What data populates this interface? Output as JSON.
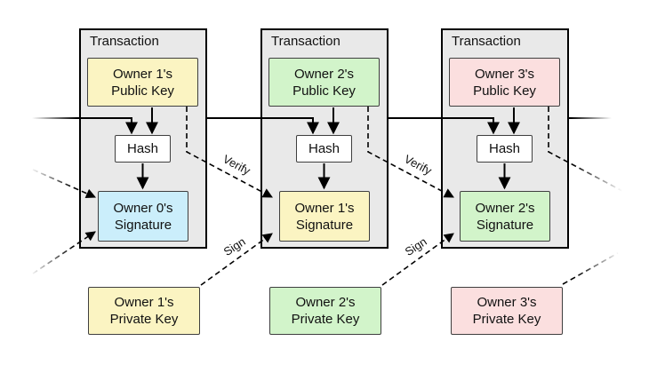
{
  "colors": {
    "canvas": "#ffffff",
    "transaction_fill": "#e9e9e9",
    "transaction_border": "#000000",
    "yellow": "#fbf4c2",
    "green": "#d2f4ca",
    "pink": "#fbdfdf",
    "blue": "#cbeefb",
    "hash_fill": "#ffffff",
    "line": "#000000"
  },
  "transactions": [
    {
      "title": "Transaction",
      "public_key": {
        "line1": "Owner 1's",
        "line2": "Public Key",
        "fill": "#fbf4c2"
      },
      "hash_label": "Hash",
      "signature": {
        "line1": "Owner 0's",
        "line2": "Signature",
        "fill": "#cbeefb"
      }
    },
    {
      "title": "Transaction",
      "public_key": {
        "line1": "Owner 2's",
        "line2": "Public Key",
        "fill": "#d2f4ca"
      },
      "hash_label": "Hash",
      "signature": {
        "line1": "Owner 1's",
        "line2": "Signature",
        "fill": "#fbf4c2"
      }
    },
    {
      "title": "Transaction",
      "public_key": {
        "line1": "Owner 3's",
        "line2": "Public Key",
        "fill": "#fbdfdf"
      },
      "hash_label": "Hash",
      "signature": {
        "line1": "Owner 2's",
        "line2": "Signature",
        "fill": "#d2f4ca"
      }
    }
  ],
  "private_keys": [
    {
      "line1": "Owner 1's",
      "line2": "Private Key",
      "fill": "#fbf4c2"
    },
    {
      "line1": "Owner 2's",
      "line2": "Private Key",
      "fill": "#d2f4ca"
    },
    {
      "line1": "Owner 3's",
      "line2": "Private Key",
      "fill": "#fbdfdf"
    }
  ],
  "labels": {
    "verify": "Verify",
    "sign": "Sign"
  }
}
